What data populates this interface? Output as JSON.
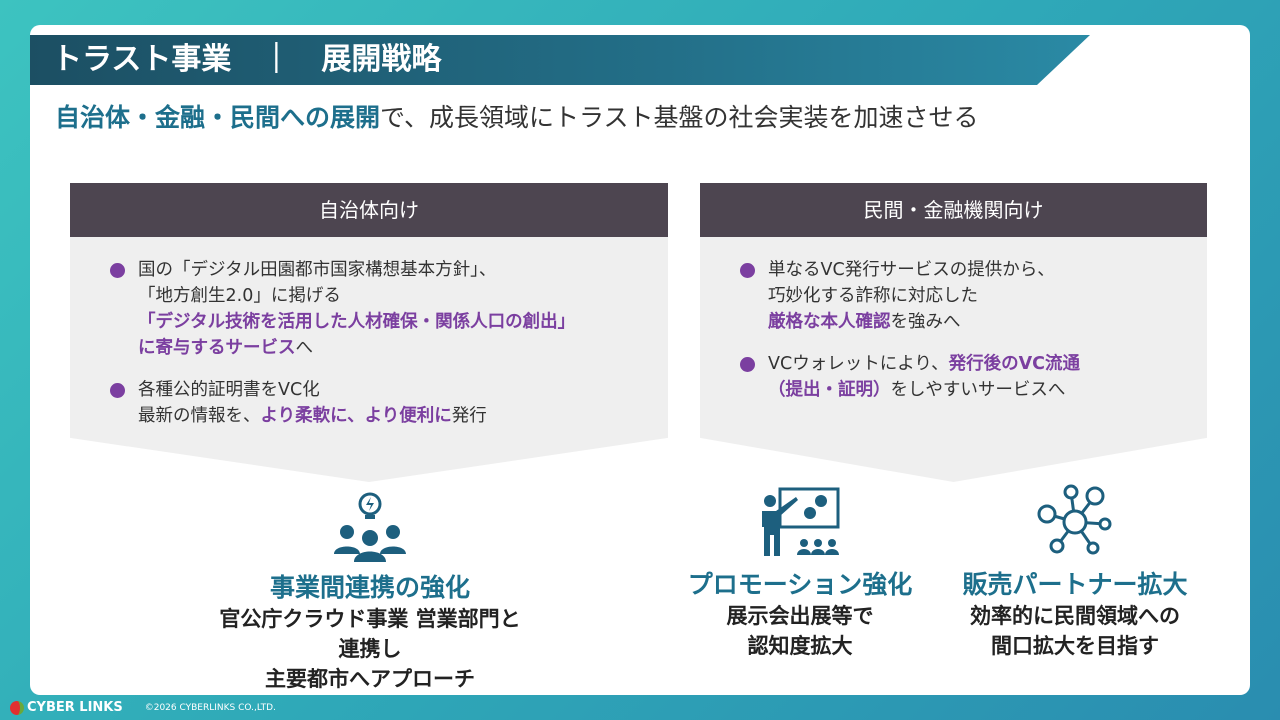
{
  "title": "トラスト事業　｜　展開戦略",
  "subtitle": {
    "highlight": "自治体・金融・民間への展開",
    "rest": "で、成長領域にトラスト基盤の社会実装を加速させる"
  },
  "left": {
    "header": "自治体向け",
    "item1": {
      "l1": "国の「デジタル田園都市国家構想基本方針」、",
      "l2": "「地方創生2.0」に掲げる",
      "hl1": "「デジタル技術を活用した人材確保・関係人口の創出」",
      "hl2": "に寄与するサービス",
      "tail": "へ"
    },
    "item2": {
      "l1": "各種公的証明書をVC化",
      "l2": "最新の情報を、",
      "hl": "より柔軟に、より便利に",
      "tail": "発行"
    }
  },
  "right": {
    "header": "民間・金融機関向け",
    "item1": {
      "l1": "単なるVC発行サービスの提供から、",
      "l2": "巧妙化する詐称に対応した",
      "hl": "厳格な本人確認",
      "tail": "を強みへ"
    },
    "item2": {
      "l1": "VCウォレットにより、",
      "hl1": "発行後のVC流通",
      "hl2": "（提出・証明）",
      "tail": "をしやすいサービスへ"
    }
  },
  "strategies": [
    {
      "title": "事業間連携の強化",
      "l1": "官公庁クラウド事業 営業部門と連携し",
      "l2": "主要都市へアプローチ",
      "icon": "team-idea-icon"
    },
    {
      "title": "プロモーション強化",
      "l1": "展示会出展等で",
      "l2": "認知度拡大",
      "icon": "presentation-icon"
    },
    {
      "title": "販売パートナー拡大",
      "l1": "効率的に民間領域への",
      "l2": "間口拡大を目指す",
      "icon": "network-icon"
    }
  ],
  "footer": {
    "logo": "CYBER LINKS",
    "copyright": "©2026 CYBERLINKS CO.,LTD."
  }
}
